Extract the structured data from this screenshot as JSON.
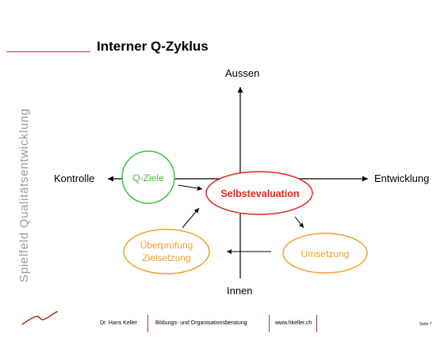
{
  "slide": {
    "title": "Interner Q-Zyklus",
    "side_label": "Spielfeld Qualitätsentwicklung"
  },
  "axes": {
    "top": "Aussen",
    "bottom": "Innen",
    "left": "Kontrolle",
    "right": "Entwicklung"
  },
  "nodes": {
    "q_ziele": "Q-Ziele",
    "selbstevaluation": "Selbstevaluation",
    "ueberpruefung_line1": "Überprüfung",
    "ueberpruefung_line2": "Zielsetzung",
    "umsetzung": "Umsetzung"
  },
  "colors": {
    "accent_red": "#b5312e",
    "selbstevaluation": "#e0271f",
    "q_ziele": "#3fbf3f",
    "orange": "#f0a030"
  },
  "footer": {
    "author": "Dr. Hans Keller",
    "company": "Bildungs- und Organisationsberatung",
    "website": "www.hkeller.ch",
    "page": "Seite 7"
  }
}
